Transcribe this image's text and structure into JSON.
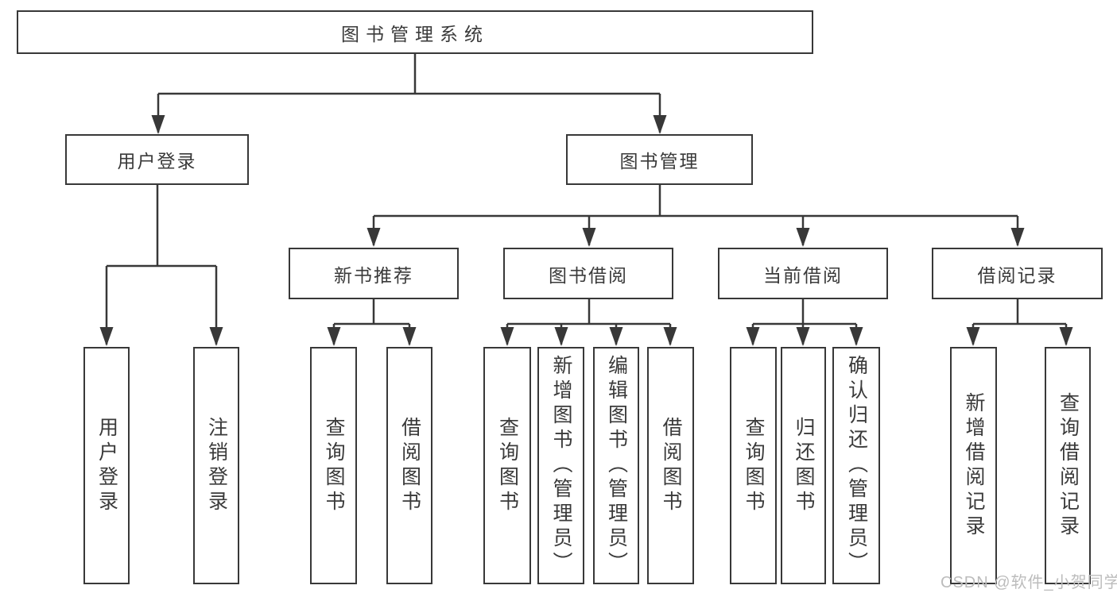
{
  "diagram": {
    "type": "hierarchy-tree",
    "watermark": "CSDN @软件_小贺同学",
    "colors": {
      "line": "#383838",
      "text": "#3a3a3a",
      "box_background": "#ffffff",
      "page_background": "#ffffff",
      "watermark": "#bcbcbc"
    },
    "nodes": {
      "root": {
        "label": "图书管理系统"
      },
      "user_login": {
        "label": "用户登录"
      },
      "book_management": {
        "label": "图书管理"
      },
      "new_book_recommend": {
        "label": "新书推荐"
      },
      "book_borrowing": {
        "label": "图书借阅"
      },
      "current_borrowing": {
        "label": "当前借阅"
      },
      "borrowing_records": {
        "label": "借阅记录"
      }
    },
    "leaves": {
      "user_login": {
        "label": "用户登录"
      },
      "logout": {
        "label": "注销登录"
      },
      "query_books_recommend": {
        "label": "查询图书"
      },
      "borrow_books_recommend": {
        "label": "借阅图书"
      },
      "query_books_borrowing": {
        "label": "查询图书"
      },
      "add_books_admin": {
        "label": "新增图书（管理员）"
      },
      "edit_books_admin": {
        "label": "编辑图书（管理员）"
      },
      "borrow_books_borrowing": {
        "label": "借阅图书"
      },
      "query_books_current": {
        "label": "查询图书"
      },
      "return_books": {
        "label": "归还图书"
      },
      "confirm_return_admin": {
        "label": "确认归还（管理员）"
      },
      "add_borrow_record": {
        "label": "新增借阅记录"
      },
      "query_borrow_record": {
        "label": "查询借阅记录"
      }
    },
    "hierarchy": {
      "图书管理系统": {
        "用户登录": [
          "用户登录",
          "注销登录"
        ],
        "图书管理": {
          "新书推荐": [
            "查询图书",
            "借阅图书"
          ],
          "图书借阅": [
            "查询图书",
            "新增图书（管理员）",
            "编辑图书（管理员）",
            "借阅图书"
          ],
          "当前借阅": [
            "查询图书",
            "归还图书",
            "确认归还（管理员）"
          ],
          "借阅记录": [
            "新增借阅记录",
            "查询借阅记录"
          ]
        }
      }
    }
  }
}
